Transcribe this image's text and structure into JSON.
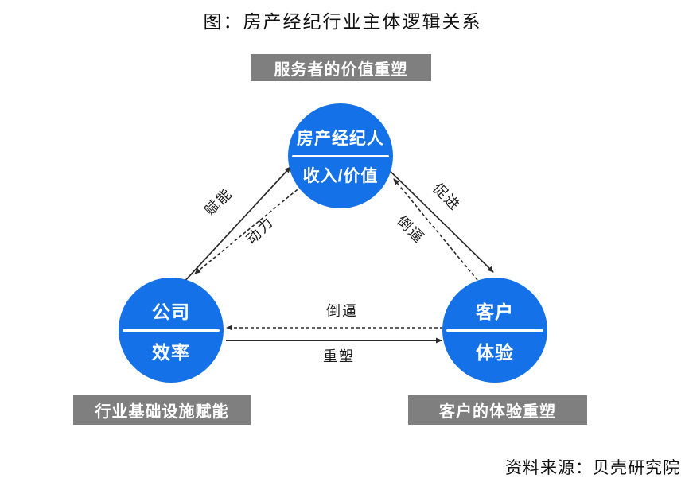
{
  "title": "图：房产经纪行业主体逻辑关系",
  "source": "资料来源：贝壳研究院",
  "colors": {
    "circle_blue": "#1571E8",
    "banner_gray": "#7F7F7F",
    "arrow_dark": "#2B2B2B"
  },
  "banners": {
    "top": "服务者的价值重塑",
    "bottom_left": "行业基础设施赋能",
    "bottom_right": "客户的体验重塑"
  },
  "nodes": {
    "agent": {
      "line1": "房产经纪人",
      "line2": "收入/价值"
    },
    "company": {
      "line1": "公司",
      "line2": "效率"
    },
    "customer": {
      "line1": "客户",
      "line2": "体验"
    }
  },
  "edges": {
    "empower": {
      "label": "赋能",
      "style": "solid",
      "from": "company",
      "to": "agent"
    },
    "motivation": {
      "label": "动力",
      "style": "dashed",
      "from": "agent",
      "to": "company"
    },
    "promote": {
      "label": "促进",
      "style": "solid",
      "from": "agent",
      "to": "customer"
    },
    "force_right": {
      "label": "倒逼",
      "style": "dashed",
      "from": "customer",
      "to": "agent"
    },
    "force_mid": {
      "label": "倒逼",
      "style": "dashed",
      "from": "customer",
      "to": "company"
    },
    "reshape": {
      "label": "重塑",
      "style": "solid",
      "from": "company",
      "to": "customer"
    }
  }
}
